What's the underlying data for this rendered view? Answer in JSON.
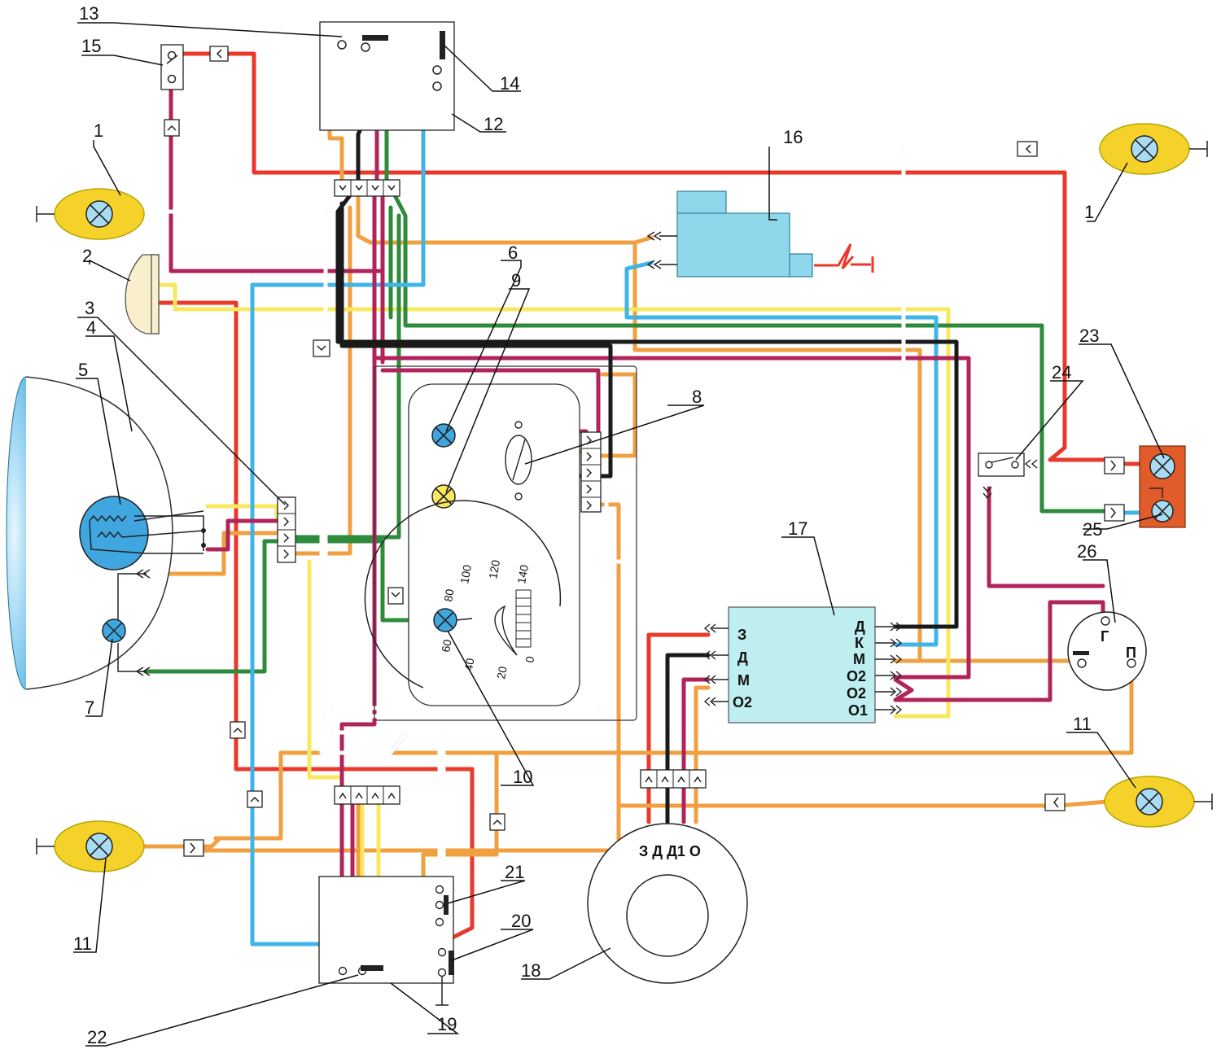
{
  "callouts": [
    {
      "id": "c13",
      "text": "13"
    },
    {
      "id": "c15",
      "text": "15"
    },
    {
      "id": "c14",
      "text": "14"
    },
    {
      "id": "c12",
      "text": "12"
    },
    {
      "id": "c1a",
      "text": "1"
    },
    {
      "id": "c1b",
      "text": "1"
    },
    {
      "id": "c16",
      "text": "16"
    },
    {
      "id": "c2",
      "text": "2"
    },
    {
      "id": "c6",
      "text": "6"
    },
    {
      "id": "c9",
      "text": "9"
    },
    {
      "id": "c3",
      "text": "3"
    },
    {
      "id": "c4",
      "text": "4"
    },
    {
      "id": "c5",
      "text": "5"
    },
    {
      "id": "c8",
      "text": "8"
    },
    {
      "id": "c23",
      "text": "23"
    },
    {
      "id": "c24",
      "text": "24"
    },
    {
      "id": "c25",
      "text": "25"
    },
    {
      "id": "c26",
      "text": "26"
    },
    {
      "id": "c17",
      "text": "17"
    },
    {
      "id": "c7",
      "text": "7"
    },
    {
      "id": "c10",
      "text": "10"
    },
    {
      "id": "c11a",
      "text": "11"
    },
    {
      "id": "c11b",
      "text": "11"
    },
    {
      "id": "c21",
      "text": "21"
    },
    {
      "id": "c20",
      "text": "20"
    },
    {
      "id": "c18",
      "text": "18"
    },
    {
      "id": "c22",
      "text": "22"
    },
    {
      "id": "c19",
      "text": "19"
    }
  ],
  "relay_box": {
    "left_terminals": [
      "З",
      "Д",
      "М",
      "О2"
    ],
    "right_terminals": [
      "Д",
      "К",
      "М",
      "О2",
      "О2",
      "О1"
    ]
  },
  "generator_label": "З Д Д1 О",
  "ignition_switch_terminals": [
    "Г",
    "П"
  ],
  "speedometer_scale": [
    "0",
    "20",
    "40",
    "60",
    "80",
    "100",
    "120",
    "140"
  ],
  "wire_colors": {
    "red": "#e8392a",
    "orange": "#f0a040",
    "yellow": "#f8e860",
    "green": "#2e8b3c",
    "blue": "#3fb4e8",
    "magenta": "#b0245c",
    "black": "#1a1a1a",
    "white": "#ffffff"
  },
  "component_colors": {
    "headlamp": "#5ab4e8",
    "relay_box": "#bfeef0",
    "ignition_coil": "#8fd8ec",
    "warning_panel": "#e25b2a",
    "lamp_halo": "#f5d22a",
    "bulb": "#a9dcf2"
  }
}
